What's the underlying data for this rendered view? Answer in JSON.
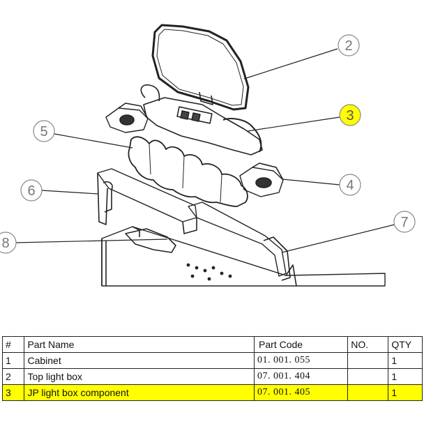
{
  "callouts": [
    {
      "label": "2",
      "highlight": false
    },
    {
      "label": "3",
      "highlight": true
    },
    {
      "label": "4",
      "highlight": false
    },
    {
      "label": "5",
      "highlight": false
    },
    {
      "label": "6",
      "highlight": false
    },
    {
      "label": "7",
      "highlight": false
    },
    {
      "label": "8",
      "highlight": false
    }
  ],
  "colors": {
    "highlight": "#ffff00",
    "line": "#222222",
    "callout_circle": "#888888"
  },
  "table": {
    "headers": [
      "#",
      "Part Name",
      "Part Code",
      "NO.",
      "QTY"
    ],
    "rows": [
      {
        "num": "1",
        "name": "Cabinet",
        "code": "01. 001. 055",
        "no": "",
        "qty": "1",
        "highlight": false
      },
      {
        "num": "2",
        "name": "Top light box",
        "code": "07. 001. 404",
        "no": "",
        "qty": "1",
        "highlight": false
      },
      {
        "num": "3",
        "name": "JP light box component",
        "code": "07. 001. 405",
        "no": "",
        "qty": "1",
        "highlight": true
      }
    ]
  }
}
